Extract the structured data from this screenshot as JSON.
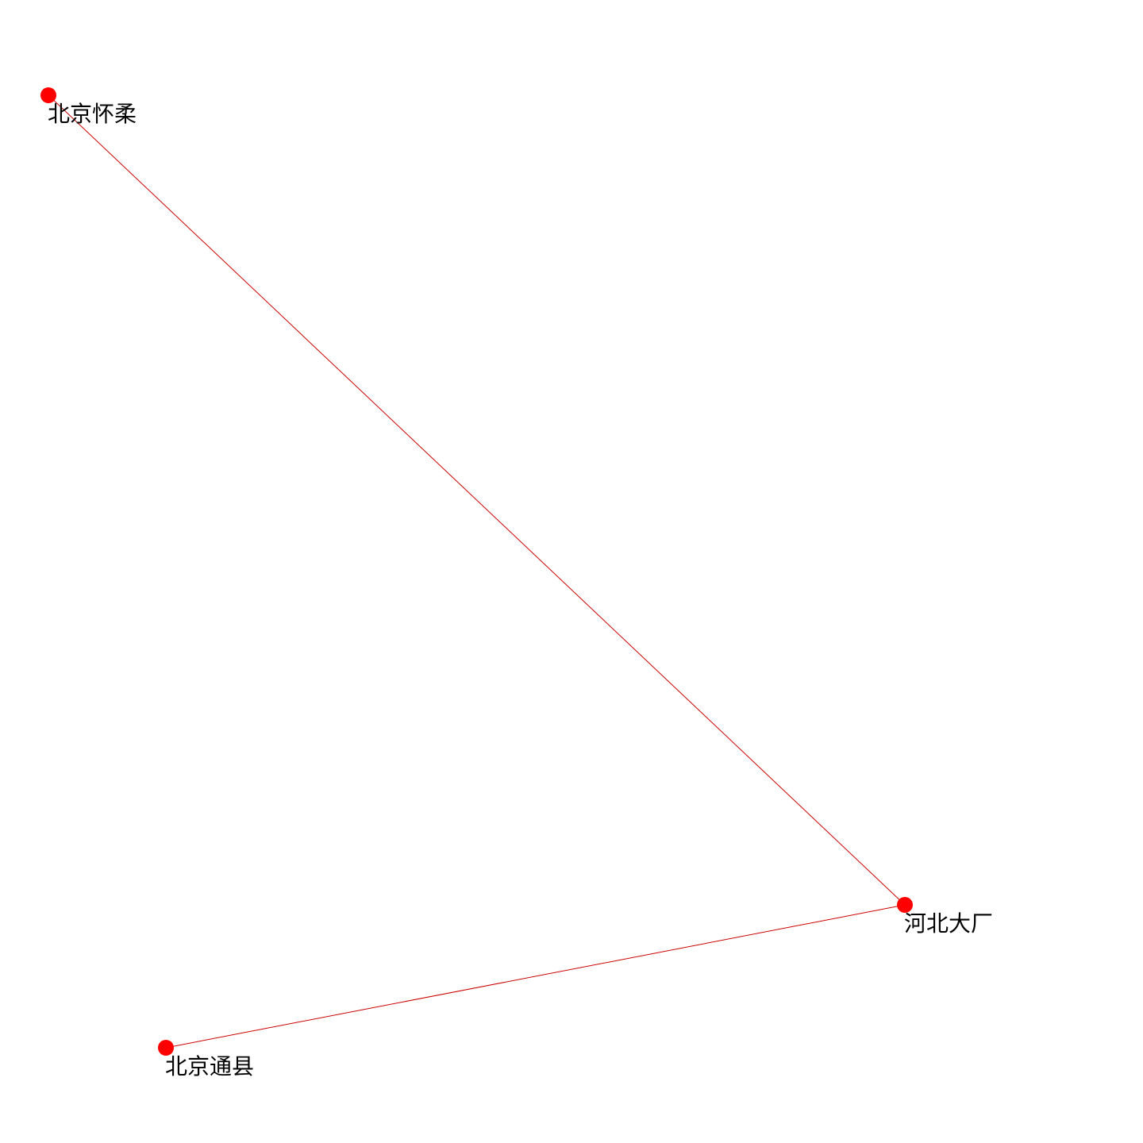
{
  "graph": {
    "node_color": "#ff0000",
    "edge_color": "#cc0000",
    "label_color": "#000000",
    "background": "#ffffff",
    "nodes": [
      {
        "id": "huairou",
        "label": "北京怀柔"
      },
      {
        "id": "dachang",
        "label": "河北大厂"
      },
      {
        "id": "tongxian",
        "label": "北京通县"
      }
    ],
    "edges": [
      {
        "source": "huairou",
        "target": "dachang"
      },
      {
        "source": "tongxian",
        "target": "dachang"
      }
    ]
  }
}
